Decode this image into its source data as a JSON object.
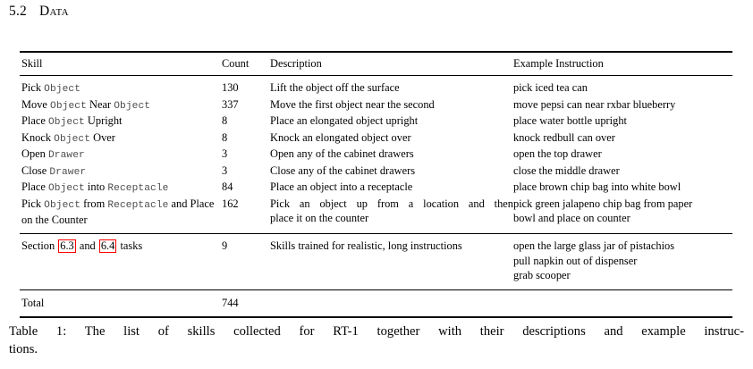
{
  "section": {
    "number": "5.2",
    "title": "Data"
  },
  "table": {
    "headers": {
      "skill": "Skill",
      "count": "Count",
      "description": "Description",
      "example": "Example Instruction"
    },
    "rows": [
      {
        "skill_parts": [
          {
            "text": "Pick ",
            "mono": false
          },
          {
            "text": "Object",
            "mono": true
          }
        ],
        "skill_text": "Pick Object",
        "count": "130",
        "description": "Lift the object off the surface",
        "examples": [
          "pick iced tea can"
        ]
      },
      {
        "skill_parts": [
          {
            "text": "Move ",
            "mono": false
          },
          {
            "text": "Object",
            "mono": true
          },
          {
            "text": " Near ",
            "mono": false
          },
          {
            "text": "Object",
            "mono": true
          }
        ],
        "skill_text": "Move Object Near Object",
        "count": "337",
        "description": "Move the first object near the second",
        "examples": [
          "move pepsi can near rxbar blueberry"
        ]
      },
      {
        "skill_parts": [
          {
            "text": "Place ",
            "mono": false
          },
          {
            "text": "Object",
            "mono": true
          },
          {
            "text": " Upright",
            "mono": false
          }
        ],
        "skill_text": "Place Object Upright",
        "count": "8",
        "description": "Place an elongated object upright",
        "examples": [
          "place water bottle upright"
        ]
      },
      {
        "skill_parts": [
          {
            "text": "Knock ",
            "mono": false
          },
          {
            "text": "Object",
            "mono": true
          },
          {
            "text": " Over",
            "mono": false
          }
        ],
        "skill_text": "Knock Object Over",
        "count": "8",
        "description": "Knock an elongated object over",
        "examples": [
          "knock redbull can over"
        ]
      },
      {
        "skill_parts": [
          {
            "text": "Open ",
            "mono": false
          },
          {
            "text": "Drawer",
            "mono": true
          }
        ],
        "skill_text": "Open Drawer",
        "count": "3",
        "description": "Open any of the cabinet drawers",
        "examples": [
          "open the top drawer"
        ]
      },
      {
        "skill_parts": [
          {
            "text": "Close ",
            "mono": false
          },
          {
            "text": "Drawer",
            "mono": true
          }
        ],
        "skill_text": "Close Drawer",
        "count": "3",
        "description": "Close any of the cabinet drawers",
        "examples": [
          "close the middle drawer"
        ]
      },
      {
        "skill_parts": [
          {
            "text": "Place ",
            "mono": false
          },
          {
            "text": "Object",
            "mono": true
          },
          {
            "text": " into ",
            "mono": false
          },
          {
            "text": "Receptacle",
            "mono": true
          }
        ],
        "skill_text": "Place Object into Receptacle",
        "count": "84",
        "description": "Place an object into a receptacle",
        "examples": [
          "place brown chip bag into white bowl"
        ]
      },
      {
        "skill_parts": [
          {
            "text": "Pick ",
            "mono": false
          },
          {
            "text": "Object",
            "mono": true
          },
          {
            "text": " from ",
            "mono": false
          },
          {
            "text": "Receptacle",
            "mono": true
          },
          {
            "text": " and Place on the Counter",
            "mono": false
          }
        ],
        "skill_text": "Pick Object from Receptacle and Place on the Counter",
        "count": "162",
        "description_line1": "Pick an object up from a location and then",
        "description_line2": "place it on the counter",
        "description": "Pick an object up from a location and then place it on the counter",
        "examples": [
          "pick green jalapeno chip bag from paper bowl and place on counter"
        ],
        "example_line1": "pick green jalapeno chip bag from paper",
        "example_line2": "bowl and place on counter"
      }
    ],
    "section_row": {
      "skill_prefix": "Section ",
      "ref1": "6.3",
      "skill_middle": " and ",
      "ref2": "6.4",
      "skill_suffix": " tasks",
      "skill_text": "Section 6.3 and 6.4 tasks",
      "count": "9",
      "description": "Skills trained for realistic, long instructions",
      "examples": [
        "open the large glass jar of pistachios",
        "pull napkin out of dispenser",
        "grab scooper"
      ]
    },
    "total_row": {
      "label": "Total",
      "count": "744",
      "description": "",
      "example": ""
    }
  },
  "caption": {
    "line1": "Table 1: The list of skills collected for RT-1 together with their descriptions and example instruc-",
    "line2": "tions.",
    "full": "Table 1: The list of skills collected for RT-1 together with their descriptions and example instructions."
  },
  "colors": {
    "text": "#000000",
    "mono_text": "#4d4d4d",
    "reference_box": "#ff0000",
    "rule": "#000000",
    "background": "#ffffff"
  }
}
